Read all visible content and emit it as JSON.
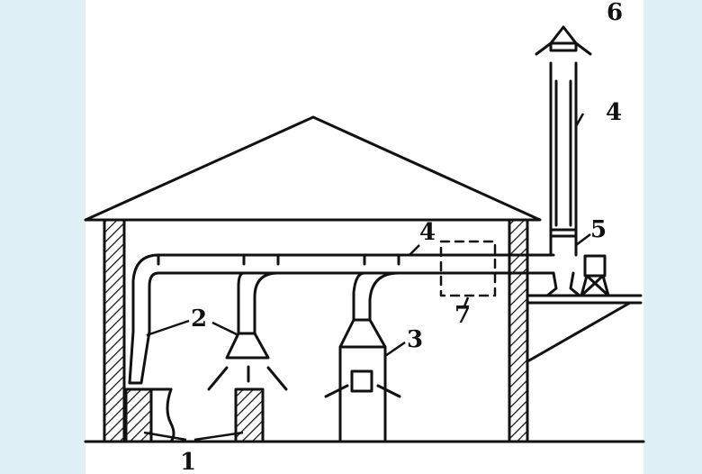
{
  "diagram": {
    "colors": {
      "background": "#dff0f7",
      "panel": "#ffffff",
      "ink": "#111111"
    },
    "labels": {
      "one": "1",
      "two": "2",
      "three": "3",
      "four_chimney": "4",
      "four_duct": "4",
      "five": "5",
      "six": "6",
      "seven": "7"
    }
  }
}
